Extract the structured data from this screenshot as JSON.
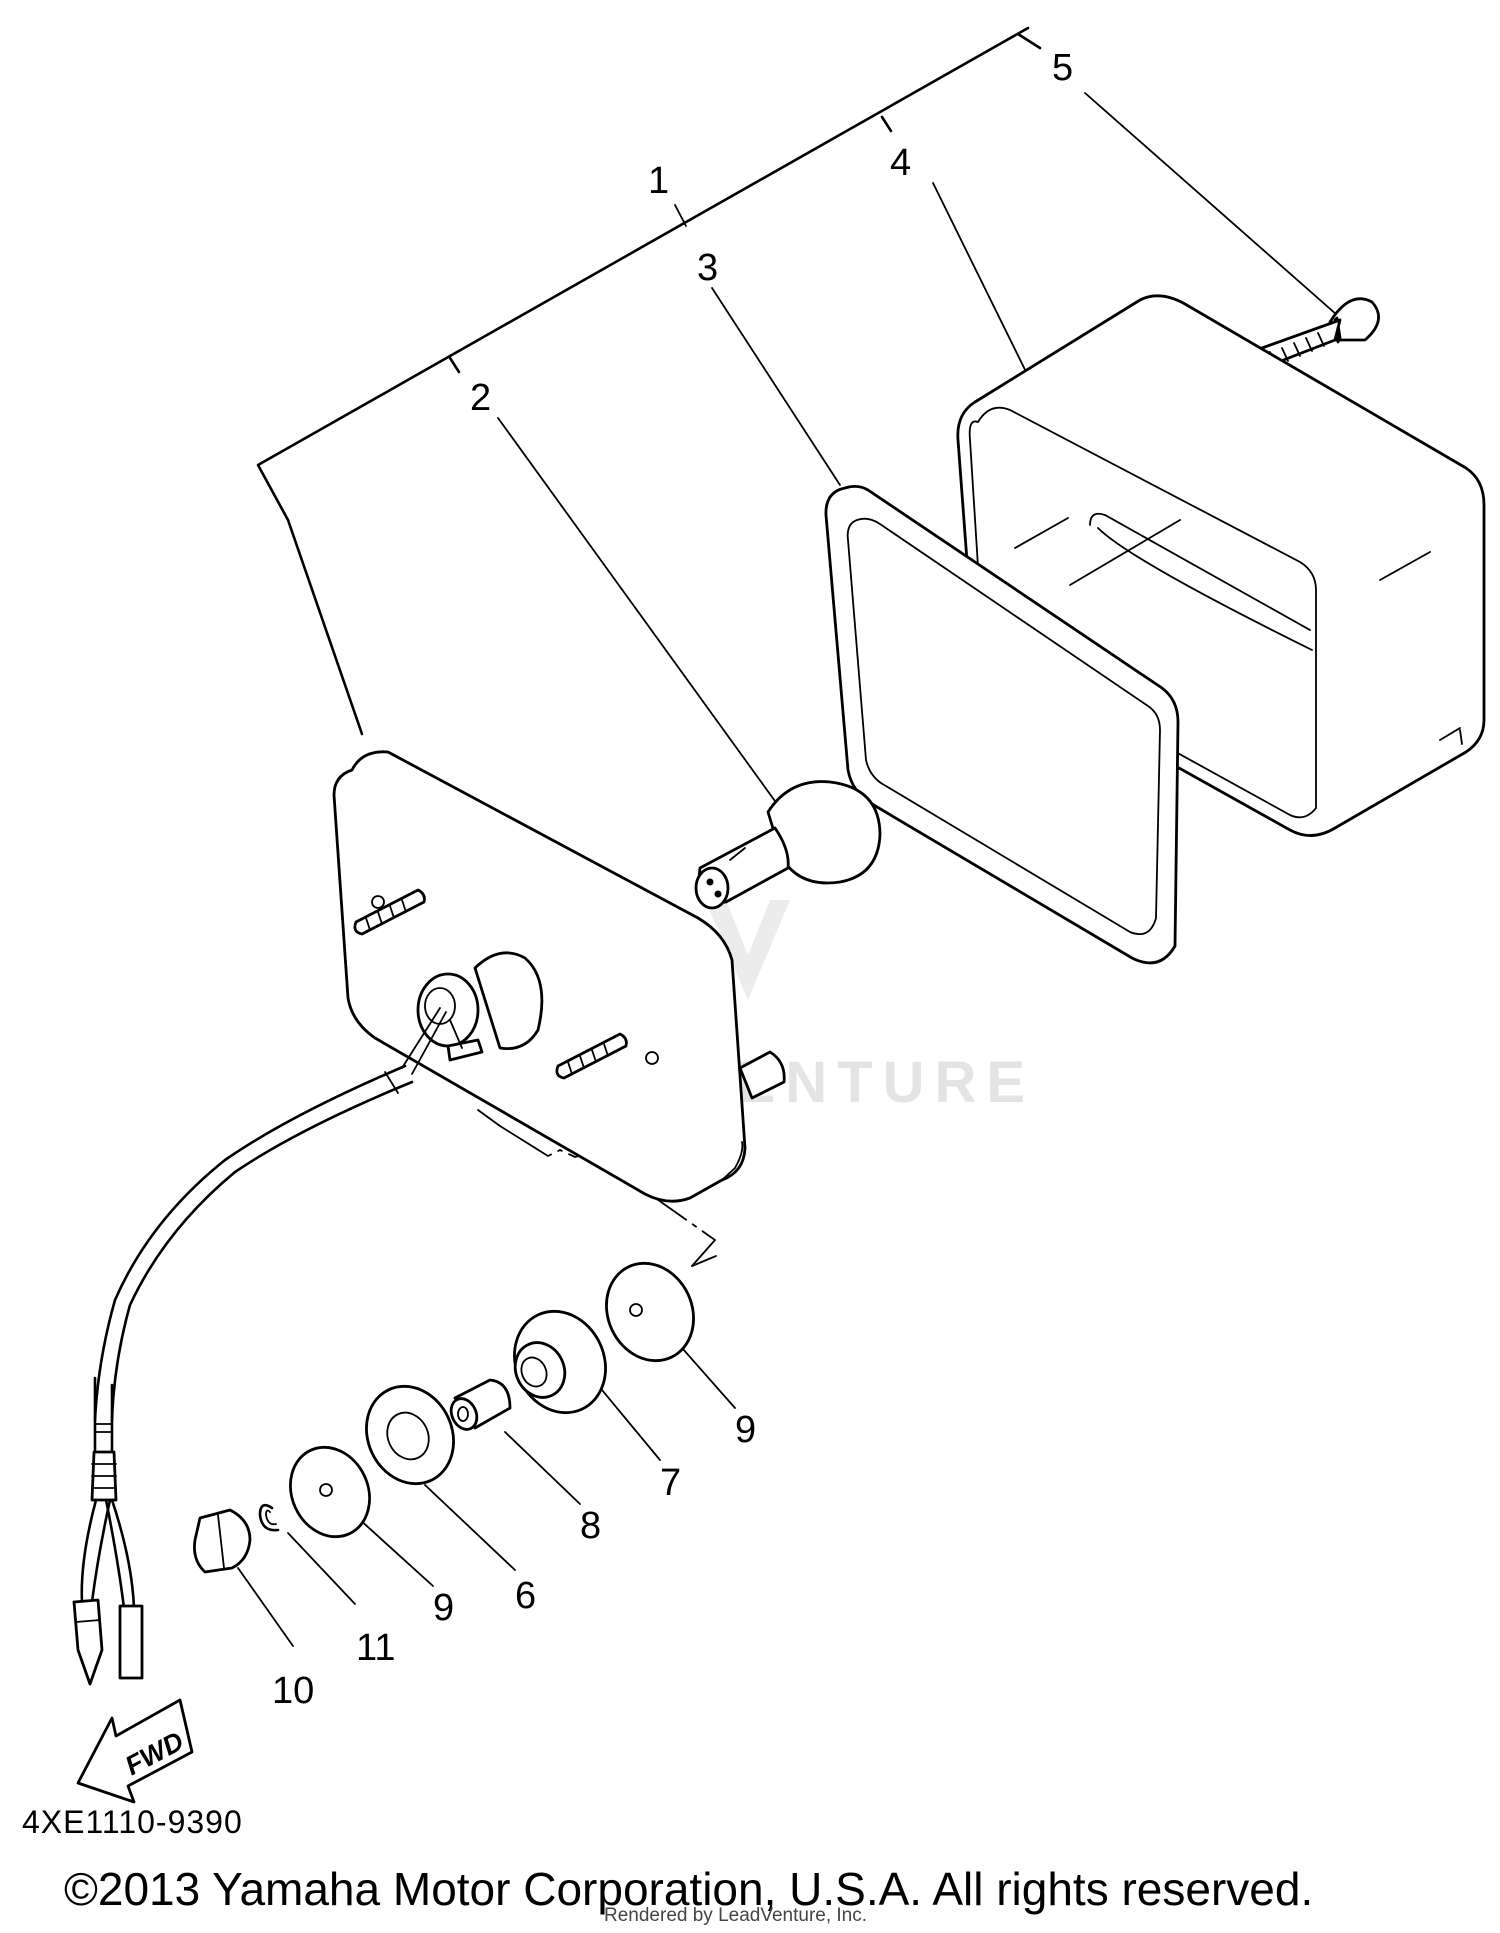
{
  "watermark": "LEADVENTURE",
  "fwd_label": "FWD",
  "callouts": [
    {
      "id": "1",
      "label": "1"
    },
    {
      "id": "2",
      "label": "2"
    },
    {
      "id": "3",
      "label": "3"
    },
    {
      "id": "4",
      "label": "4"
    },
    {
      "id": "5",
      "label": "5"
    },
    {
      "id": "6",
      "label": "6"
    },
    {
      "id": "7",
      "label": "7"
    },
    {
      "id": "8",
      "label": "8"
    },
    {
      "id": "9a",
      "label": "9"
    },
    {
      "id": "9b",
      "label": "9"
    },
    {
      "id": "10",
      "label": "10"
    },
    {
      "id": "11",
      "label": "11"
    }
  ],
  "diagram_code": "4XE1110-9390",
  "copyright": "©2013 Yamaha Motor Corporation, U.S.A. All rights reserved.",
  "rendered_by": "Rendered by LeadVenture, Inc."
}
